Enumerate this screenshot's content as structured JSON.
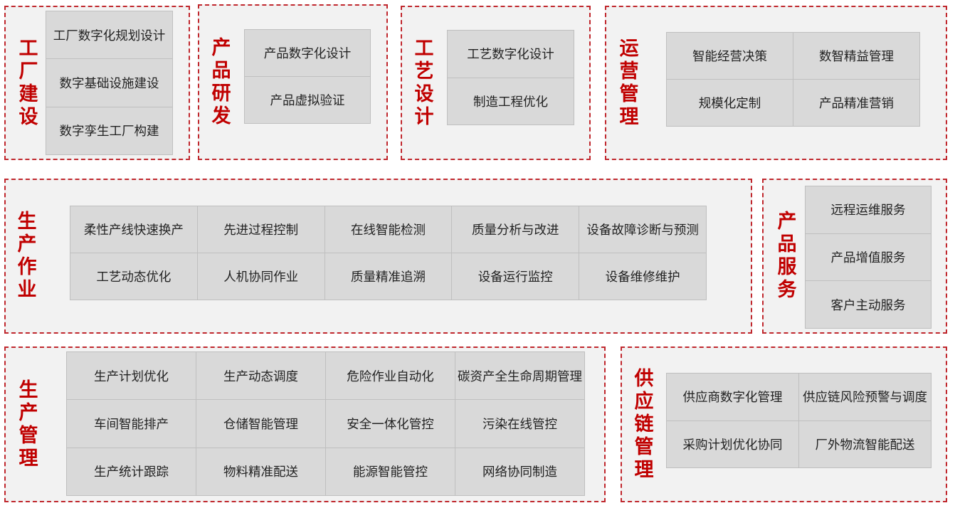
{
  "panels": [
    {
      "title": "工厂建设",
      "items": [
        "工厂数字化规划设计",
        "数字基础设施建设",
        "数字孪生工厂构建"
      ]
    },
    {
      "title": "产品研发",
      "items": [
        "产品数字化设计",
        "产品虚拟验证"
      ]
    },
    {
      "title": "工艺设计",
      "items": [
        "工艺数字化设计",
        "制造工程优化"
      ]
    },
    {
      "title": "运营管理",
      "items": [
        "智能经营决策",
        "数智精益管理",
        "规模化定制",
        "产品精准营销"
      ]
    },
    {
      "title": "生产作业",
      "items": [
        "柔性产线快速换产",
        "先进过程控制",
        "在线智能检测",
        "质量分析与改进",
        "设备故障诊断与预测",
        "工艺动态优化",
        "人机协同作业",
        "质量精准追溯",
        "设备运行监控",
        "设备维修维护"
      ]
    },
    {
      "title": "产品服务",
      "items": [
        "远程运维服务",
        "产品增值服务",
        "客户主动服务"
      ]
    },
    {
      "title": "生产管理",
      "items": [
        "生产计划优化",
        "生产动态调度",
        "危险作业自动化",
        "碳资产全生命周期管理",
        "车间智能排产",
        "仓储智能管理",
        "安全一体化管控",
        "污染在线管控",
        "生产统计跟踪",
        "物料精准配送",
        "能源智能管控",
        "网络协同制造"
      ]
    },
    {
      "title": "供应链管理",
      "items": [
        "供应商数字化管理",
        "供应链风险预警与调度",
        "采购计划优化协同",
        "厂外物流智能配送"
      ]
    }
  ],
  "colors": {
    "accent": "#c00000",
    "panel_bg": "#f2f2f2",
    "cell_bg": "#d9d9d9"
  }
}
